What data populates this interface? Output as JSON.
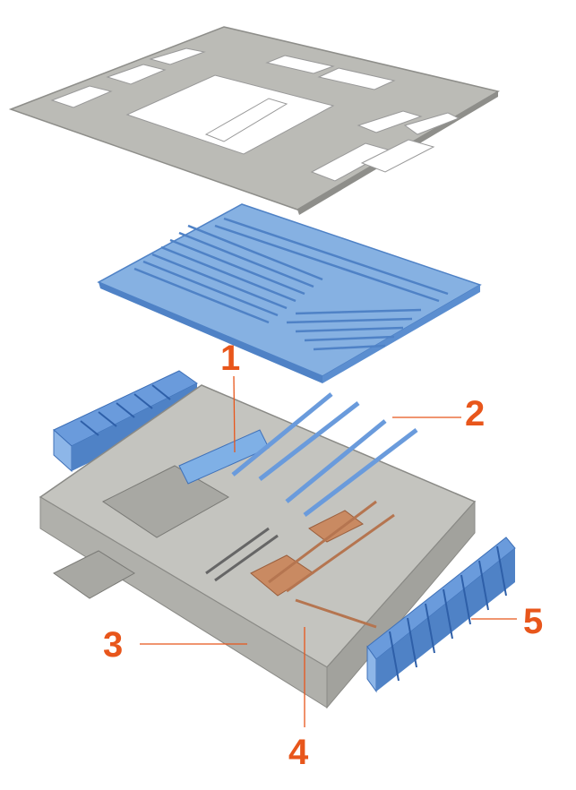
{
  "colors": {
    "callout": "#E8561B",
    "top_plate": "#B9B9B5",
    "cover": "#7DA9DD",
    "chassis": "#BDBDB8",
    "heatsink": "#5F93DA",
    "copper": "#C98A62"
  },
  "callouts": [
    {
      "id": 1,
      "label": "1"
    },
    {
      "id": 2,
      "label": "2"
    },
    {
      "id": 3,
      "label": "3"
    },
    {
      "id": 4,
      "label": "4"
    },
    {
      "id": 5,
      "label": "5"
    }
  ]
}
